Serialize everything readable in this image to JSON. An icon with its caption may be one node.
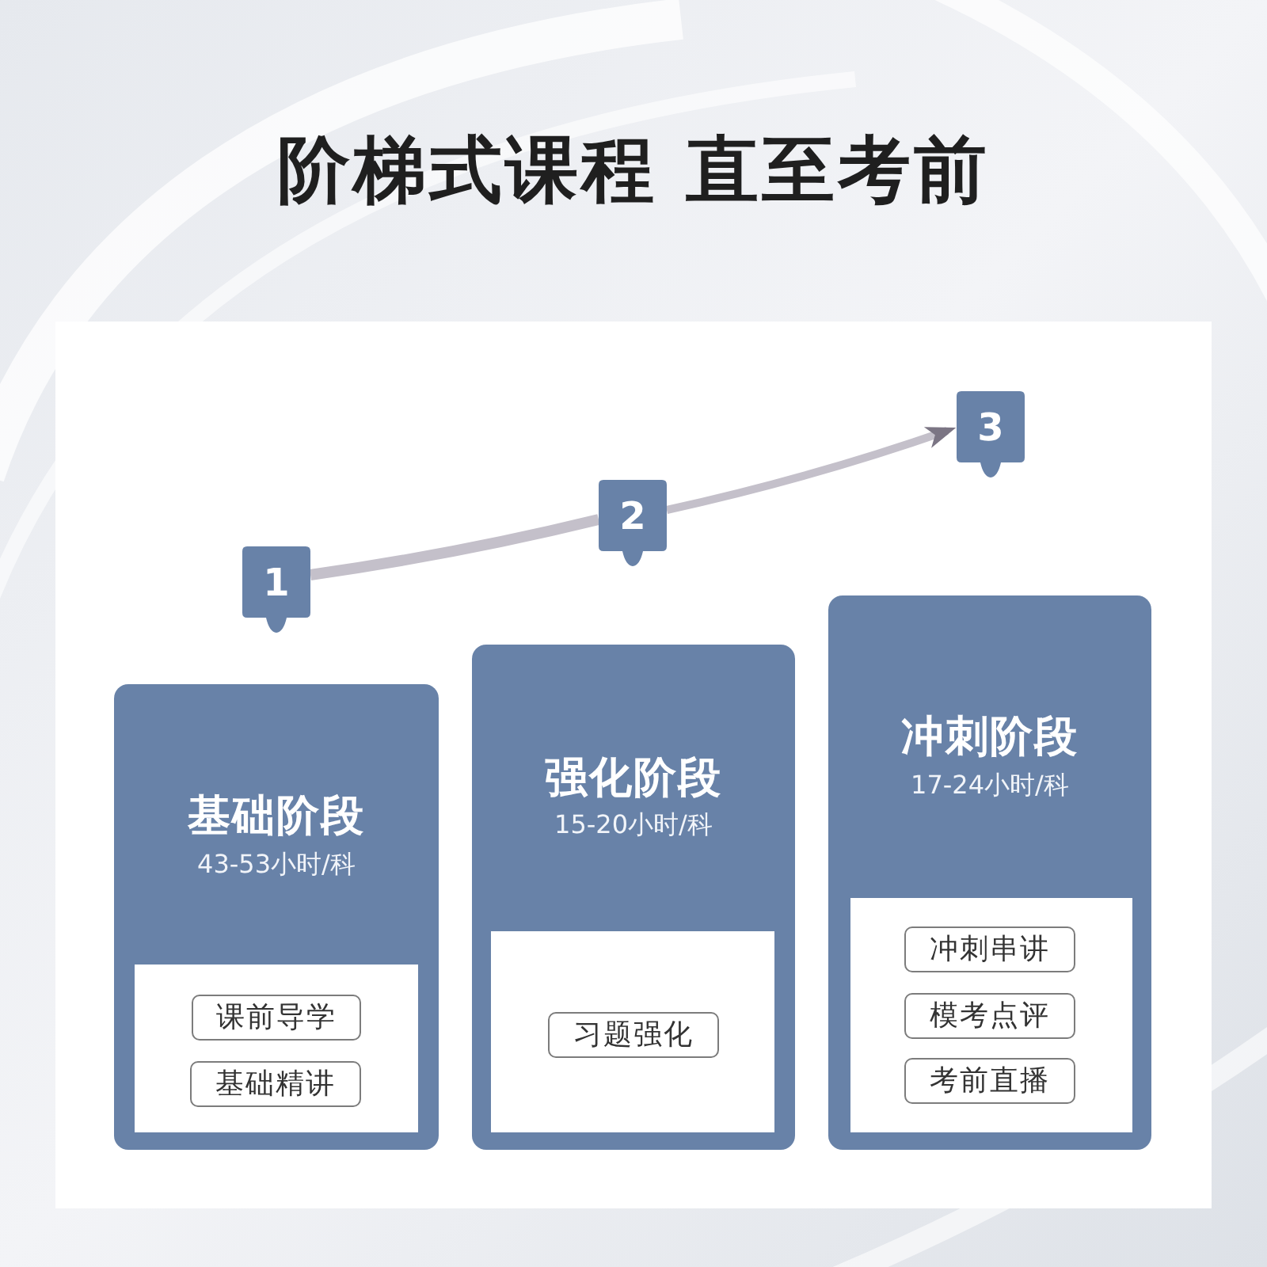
{
  "diagram": {
    "title": "阶梯式课程 直至考前",
    "nodes": [
      {
        "text": [
          "1"
        ]
      },
      {
        "text": [
          "2"
        ]
      },
      {
        "text": [
          "3"
        ]
      },
      {
        "text": [
          "基础阶段",
          "43-53小时/科"
        ]
      },
      {
        "text": [],
        "shape": "box",
        "in": 3
      },
      {
        "text": [
          "课前导学"
        ],
        "in": 4
      },
      {
        "text": [
          "基础精讲"
        ],
        "in": 4
      },
      {
        "text": [
          "强化阶段",
          "15-20小时/科"
        ]
      },
      {
        "text": [],
        "shape": "box",
        "in": 7
      },
      {
        "text": [
          "习题强化"
        ],
        "in": 8
      },
      {
        "text": [
          "冲刺阶段",
          "17-24小时/科"
        ]
      },
      {
        "text": [],
        "shape": "box",
        "in": 10
      },
      {
        "text": [
          "冲刺串讲"
        ],
        "in": 11
      },
      {
        "text": [
          "模考点评"
        ],
        "in": 11
      },
      {
        "text": [
          "考前直播"
        ],
        "in": 11
      }
    ],
    "edges": [
      {
        "from": 0,
        "to": 1,
        "arrow": "none"
      },
      {
        "from": 1,
        "to": 2,
        "arrow": "to"
      }
    ]
  }
}
